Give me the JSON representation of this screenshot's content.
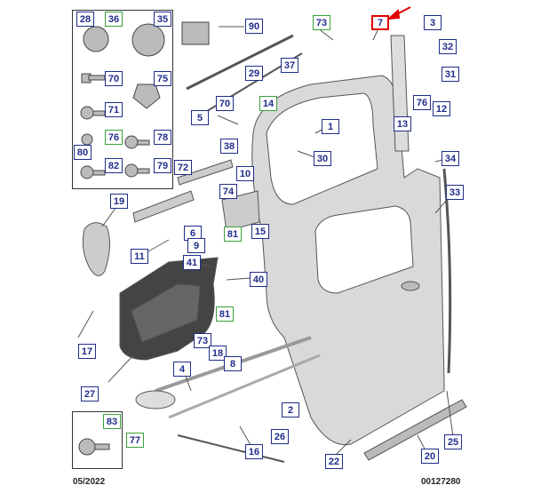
{
  "footer": {
    "date": "05/2022",
    "ref": "00127280"
  },
  "colors": {
    "callout_border": "#1f2d8a",
    "callout_alt_border": "#3aa13a",
    "highlight": "#e00000",
    "part_fill": "#d6d6d6",
    "part_stroke": "#555555"
  },
  "callouts": {
    "c28": "28",
    "c36": "36",
    "c35": "35",
    "c90": "90",
    "c73a": "73",
    "c7": "7",
    "c3": "3",
    "c32": "32",
    "c37": "37",
    "c29": "29",
    "c31": "31",
    "c70a": "70",
    "c75": "75",
    "c70b": "70",
    "c14": "14",
    "c5": "5",
    "c71": "71",
    "c76a": "76",
    "c12": "12",
    "c1": "1",
    "c13": "13",
    "c76b": "76",
    "c78": "78",
    "c80": "80",
    "c38": "38",
    "c82": "82",
    "c79": "79",
    "c72": "72",
    "c30": "30",
    "c34": "34",
    "c10": "10",
    "c74": "74",
    "c33": "33",
    "c19": "19",
    "c6": "6",
    "c9": "9",
    "c81a": "81",
    "c15": "15",
    "c11": "11",
    "c41": "41",
    "c40": "40",
    "c81b": "81",
    "c17": "17",
    "c73b": "73",
    "c18": "18",
    "c8": "8",
    "c4": "4",
    "c27": "27",
    "c2": "2",
    "c83": "83",
    "c77": "77",
    "c26": "26",
    "c25": "25",
    "c16": "16",
    "c22": "22",
    "c20": "20"
  }
}
